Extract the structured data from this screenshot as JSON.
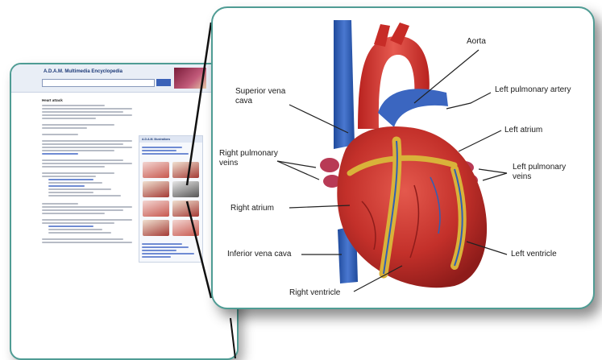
{
  "encyclopedia": {
    "logo_text": "A.D.A.M. Multimedia Encyclopedia",
    "article_title": "Heart attack",
    "sidebar_head": "A.D.A.M. Illustrations"
  },
  "figure": {
    "labels": {
      "aorta": "Aorta",
      "superior_vena_cava": "Superior vena\ncava",
      "left_pulmonary_artery": "Left pulmonary artery",
      "left_atrium": "Left atrium",
      "right_pulmonary_veins": "Right pulmonary\nveins",
      "left_pulmonary_veins": "Left pulmonary\nveins",
      "right_atrium": "Right atrium",
      "inferior_vena_cava": "Inferior vena cava",
      "left_ventricle": "Left ventricle",
      "right_ventricle": "Right ventricle"
    }
  },
  "colors": {
    "card_border": "#4f9c94",
    "vessel_blue": "#2f5fb5",
    "heart_red": "#c8322c",
    "fat_yellow": "#d9b23a"
  }
}
